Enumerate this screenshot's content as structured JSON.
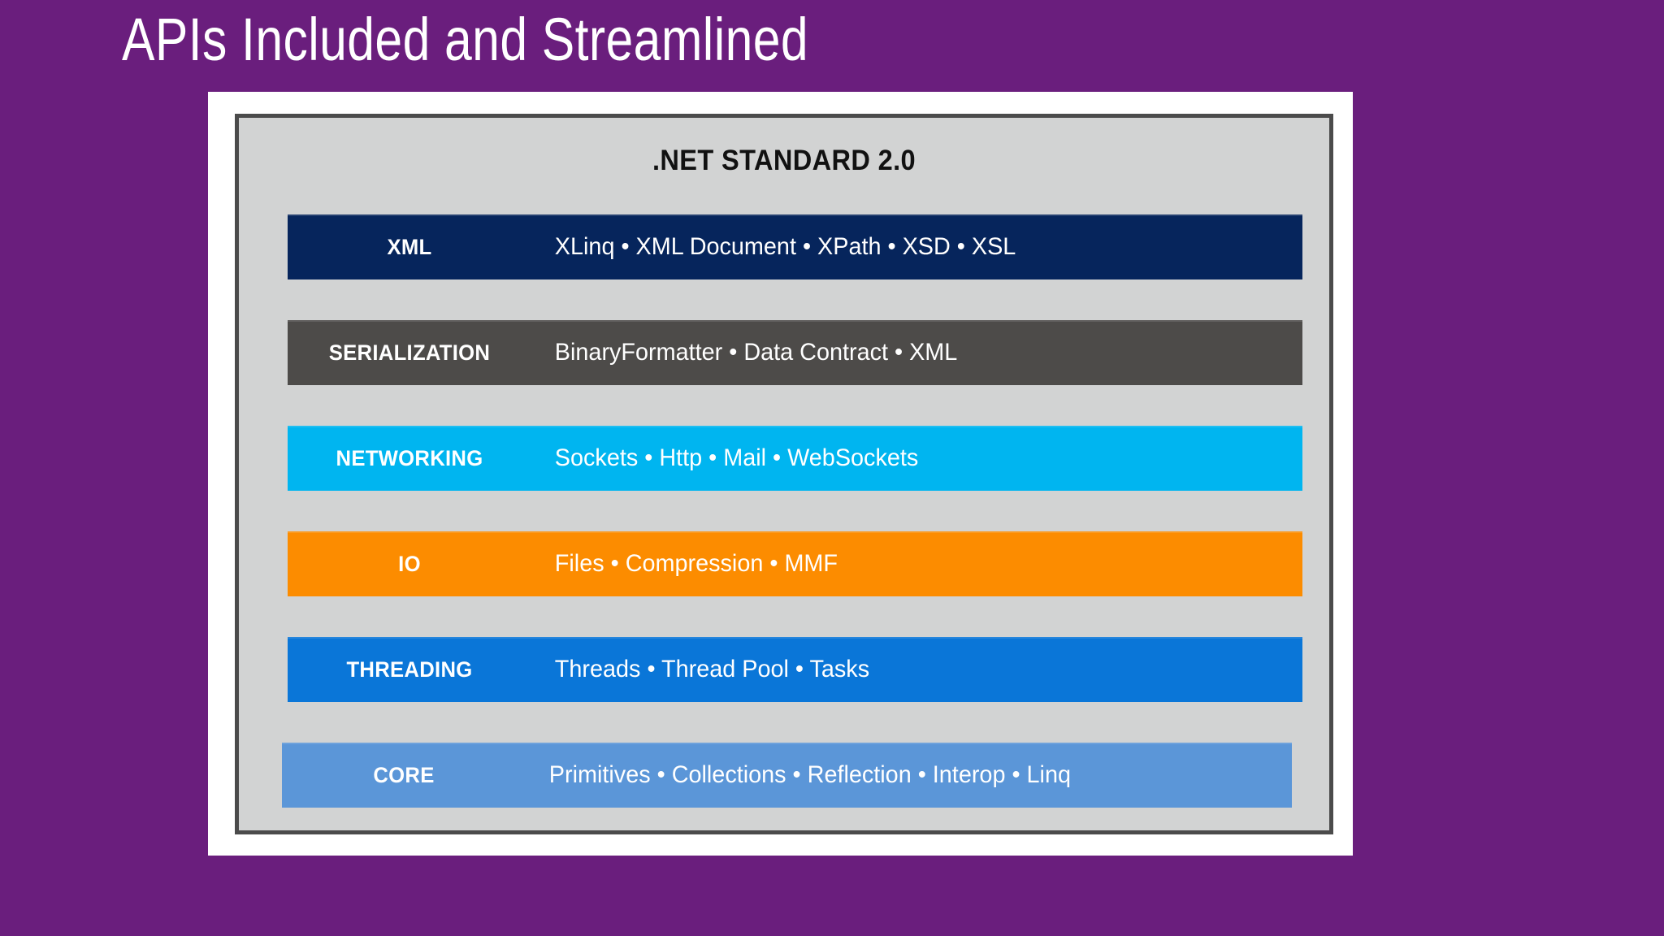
{
  "slide": {
    "title": "APIs Included and Streamlined",
    "background_color": "#6a1e7d",
    "frame_color": "#ffffff",
    "card_background_color": "#d2d3d3",
    "card_border_color": "#4b4b4b"
  },
  "card": {
    "title": ".NET STANDARD 2.0",
    "rows": [
      {
        "label": "XML",
        "detail": "XLinq • XML Document  • XPath • XSD • XSL",
        "color": "#06255c"
      },
      {
        "label": "SERIALIZATION",
        "detail": "BinaryFormatter • Data Contract • XML",
        "color": "#4d4b49"
      },
      {
        "label": "NETWORKING",
        "detail": "Sockets • Http • Mail • WebSockets",
        "color": "#00b5f0"
      },
      {
        "label": "IO",
        "detail": "Files • Compression • MMF",
        "color": "#fc8c00"
      },
      {
        "label": "THREADING",
        "detail": "Threads • Thread Pool • Tasks",
        "color": "#0a76d8"
      },
      {
        "label": "CORE",
        "detail": "Primitives • Collections • Reflection • Interop • Linq",
        "color": "#5b96d8"
      }
    ]
  }
}
